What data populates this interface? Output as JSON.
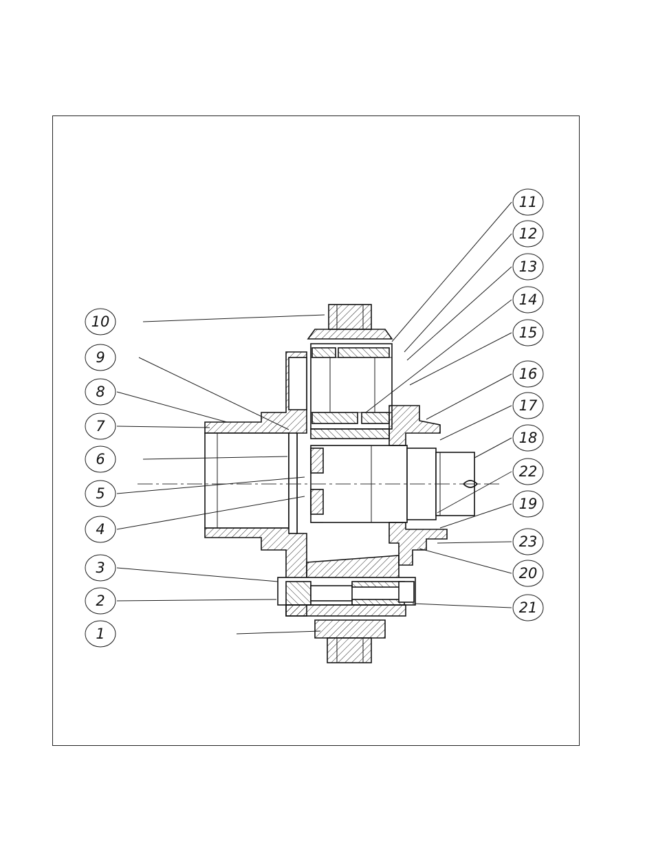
{
  "balloons": [
    {
      "id": "b1",
      "label": "1"
    },
    {
      "id": "b2",
      "label": "2"
    },
    {
      "id": "b3",
      "label": "3"
    },
    {
      "id": "b4",
      "label": "4"
    },
    {
      "id": "b5",
      "label": "5"
    },
    {
      "id": "b6",
      "label": "6"
    },
    {
      "id": "b7",
      "label": "7"
    },
    {
      "id": "b8",
      "label": "8"
    },
    {
      "id": "b9",
      "label": "9"
    },
    {
      "id": "b10",
      "label": "10"
    },
    {
      "id": "b11",
      "label": "11"
    },
    {
      "id": "b12",
      "label": "12"
    },
    {
      "id": "b13",
      "label": "13"
    },
    {
      "id": "b14",
      "label": "14"
    },
    {
      "id": "b15",
      "label": "15"
    },
    {
      "id": "b16",
      "label": "16"
    },
    {
      "id": "b17",
      "label": "17"
    },
    {
      "id": "b18",
      "label": "18"
    },
    {
      "id": "b22",
      "label": "22"
    },
    {
      "id": "b19",
      "label": "19"
    },
    {
      "id": "b23",
      "label": "23"
    },
    {
      "id": "b20",
      "label": "20"
    },
    {
      "id": "b21",
      "label": "21"
    }
  ]
}
